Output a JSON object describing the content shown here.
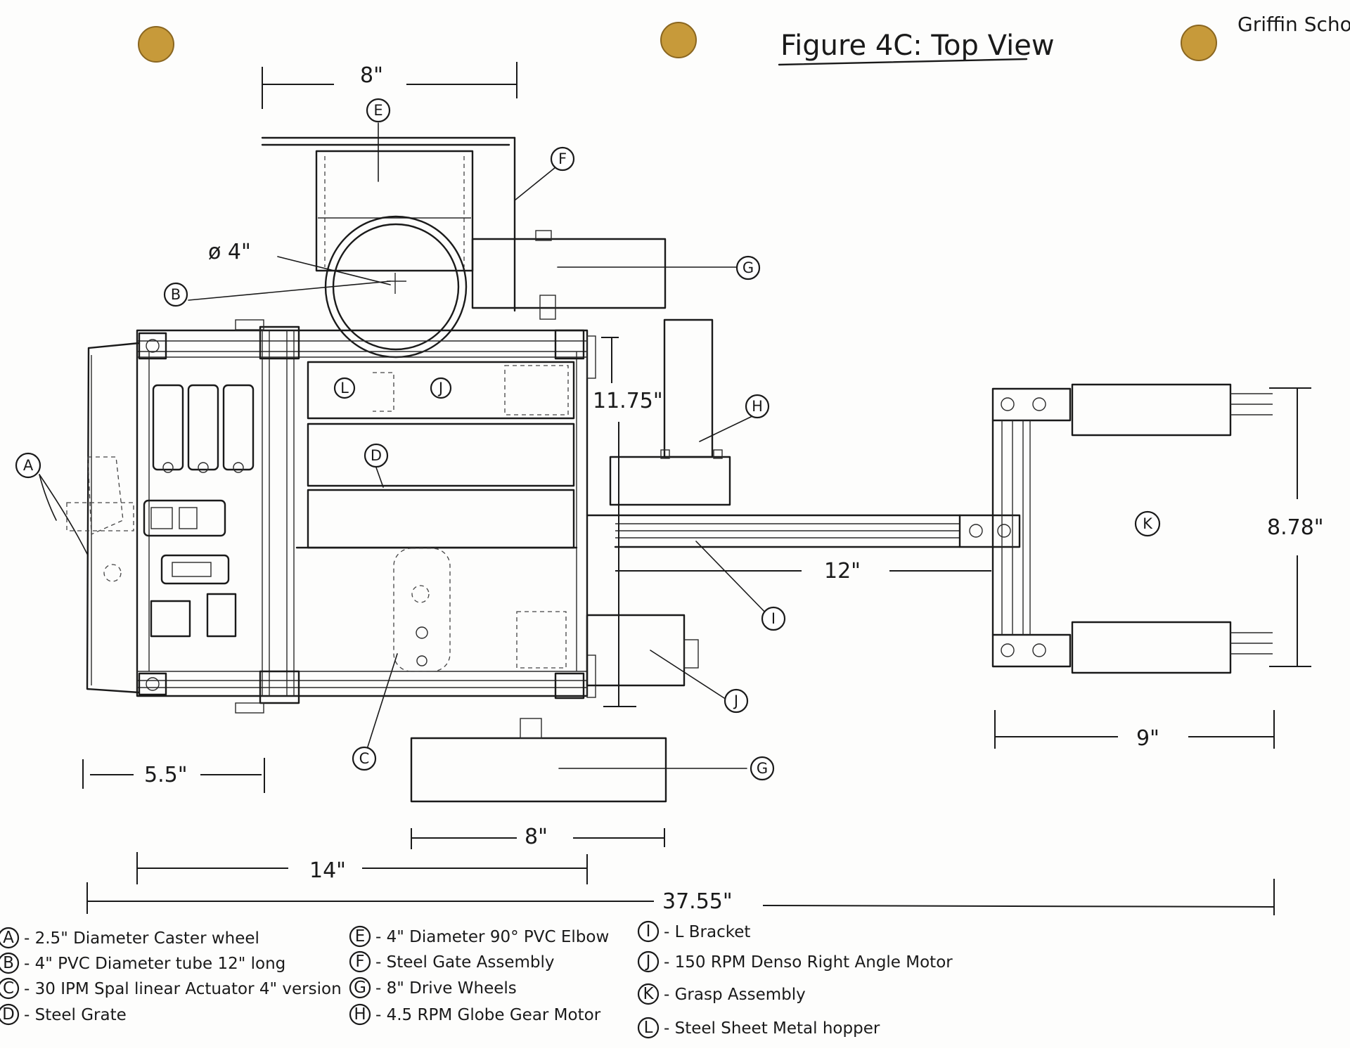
{
  "title": "Figure 4C: Top View",
  "author": "Griffin Schobel",
  "callouts": {
    "A": "A",
    "B": "B",
    "C": "C",
    "D": "D",
    "E": "E",
    "F": "F",
    "G": "G",
    "H": "H",
    "I": "I",
    "J": "J",
    "K": "K",
    "L": "L"
  },
  "dimensions": {
    "elbow_width": "8\"",
    "tube_diameter": "ø 4\"",
    "base_depth": "11.75\"",
    "grasp_height": "8.78\"",
    "arm_length": "12\"",
    "grasp_width": "9\"",
    "caster_offset": "5.5\"",
    "wheel_width": "8\"",
    "body_length": "14\"",
    "overall_length": "37.55\""
  },
  "legend": [
    {
      "key": "A",
      "text": "- 2.5\" Diameter Caster wheel"
    },
    {
      "key": "B",
      "text": "- 4\" PVC Diameter tube 12\" long"
    },
    {
      "key": "C",
      "text": "- 30 IPM Spal linear Actuator 4\" version"
    },
    {
      "key": "D",
      "text": "- Steel Grate"
    },
    {
      "key": "E",
      "text": "- 4\" Diameter 90° PVC Elbow"
    },
    {
      "key": "F",
      "text": "- Steel Gate Assembly"
    },
    {
      "key": "G",
      "text": "- 8\" Drive Wheels"
    },
    {
      "key": "H",
      "text": "- 4.5 RPM Globe Gear Motor"
    },
    {
      "key": "I",
      "text": "- L Bracket"
    },
    {
      "key": "J",
      "text": "- 150 RPM Denso Right Angle Motor"
    },
    {
      "key": "K",
      "text": "- Grasp Assembly"
    },
    {
      "key": "L",
      "text": "- Steel Sheet Metal hopper"
    }
  ]
}
